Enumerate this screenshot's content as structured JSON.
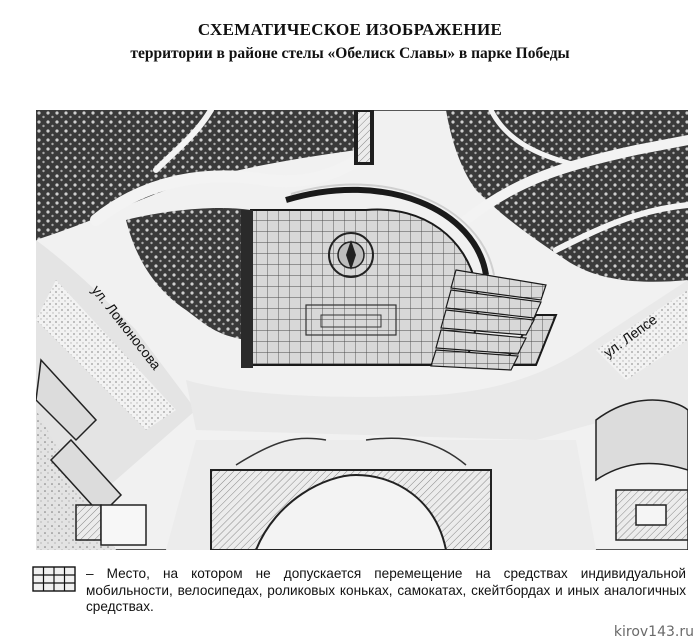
{
  "header": {
    "title": "СХЕМАТИЧЕСКОЕ ИЗОБРАЖЕНИЕ",
    "subtitle": "территории в районе стелы «Обелиск Славы» в парке Победы"
  },
  "map": {
    "streets": {
      "lomonosova": "ул. Ломоносова",
      "lepse": "ул. Лепсе"
    },
    "colors": {
      "background": "#ffffff",
      "ink": "#1a1a1a",
      "greenery": "#3a3a3a",
      "road": "#e9e9e9",
      "restricted_grid": "#555555"
    }
  },
  "legend": {
    "dash": "–",
    "text": "Место, на котором не допускается перемещение на средствах индивидуальной мобильности, велосипедах, роликовых коньках, самокатах, скейтбордах и иных аналогичных средствах."
  },
  "watermark": "kirov143.ru"
}
